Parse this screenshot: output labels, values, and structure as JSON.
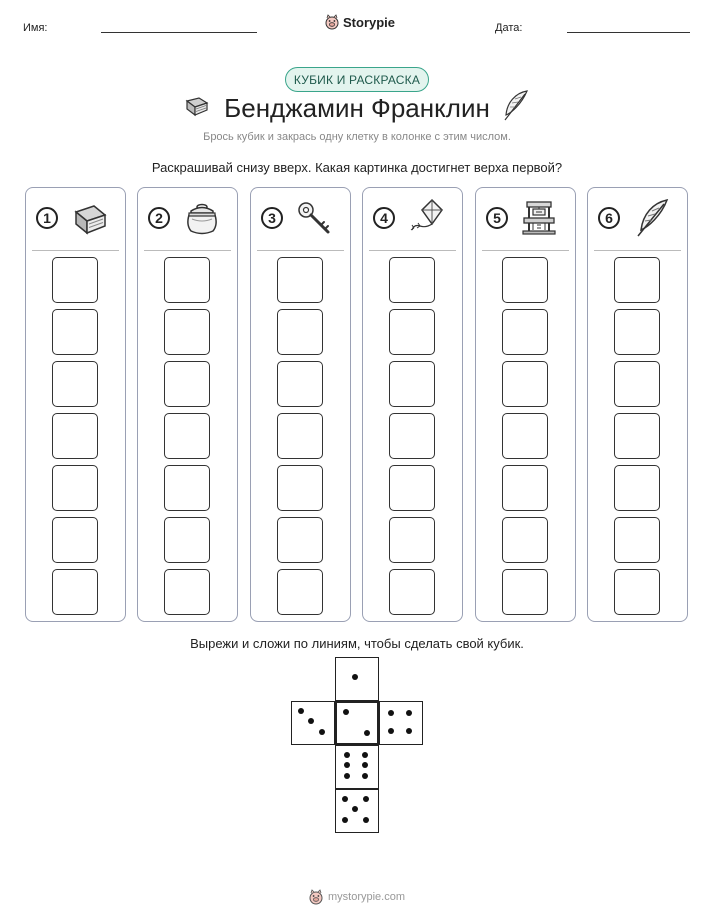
{
  "header": {
    "name_label": "Имя:",
    "date_label": "Дата:",
    "brand": "Storypie"
  },
  "badge": "КУБИК И РАСКРАСКА",
  "title": "Бенджамин Франклин",
  "subtitle": "Брось кубик и закрась одну клетку в колонке с этим числом.",
  "instruction": "Раскрашивай снизу вверх. Какая картинка достигнет верха первой?",
  "columns": [
    {
      "number": "1",
      "icon": "book-icon",
      "cells": 7
    },
    {
      "number": "2",
      "icon": "jar-icon",
      "cells": 7
    },
    {
      "number": "3",
      "icon": "key-icon",
      "cells": 7
    },
    {
      "number": "4",
      "icon": "kite-icon",
      "cells": 7
    },
    {
      "number": "5",
      "icon": "printing-press-icon",
      "cells": 7
    },
    {
      "number": "6",
      "icon": "quill-icon",
      "cells": 7
    }
  ],
  "cut_instruction": "Вырежи и сложи по линиям, чтобы сделать свой кубик.",
  "die_faces": [
    1,
    3,
    2,
    4,
    6,
    5
  ],
  "footer": "mystorypie.com"
}
